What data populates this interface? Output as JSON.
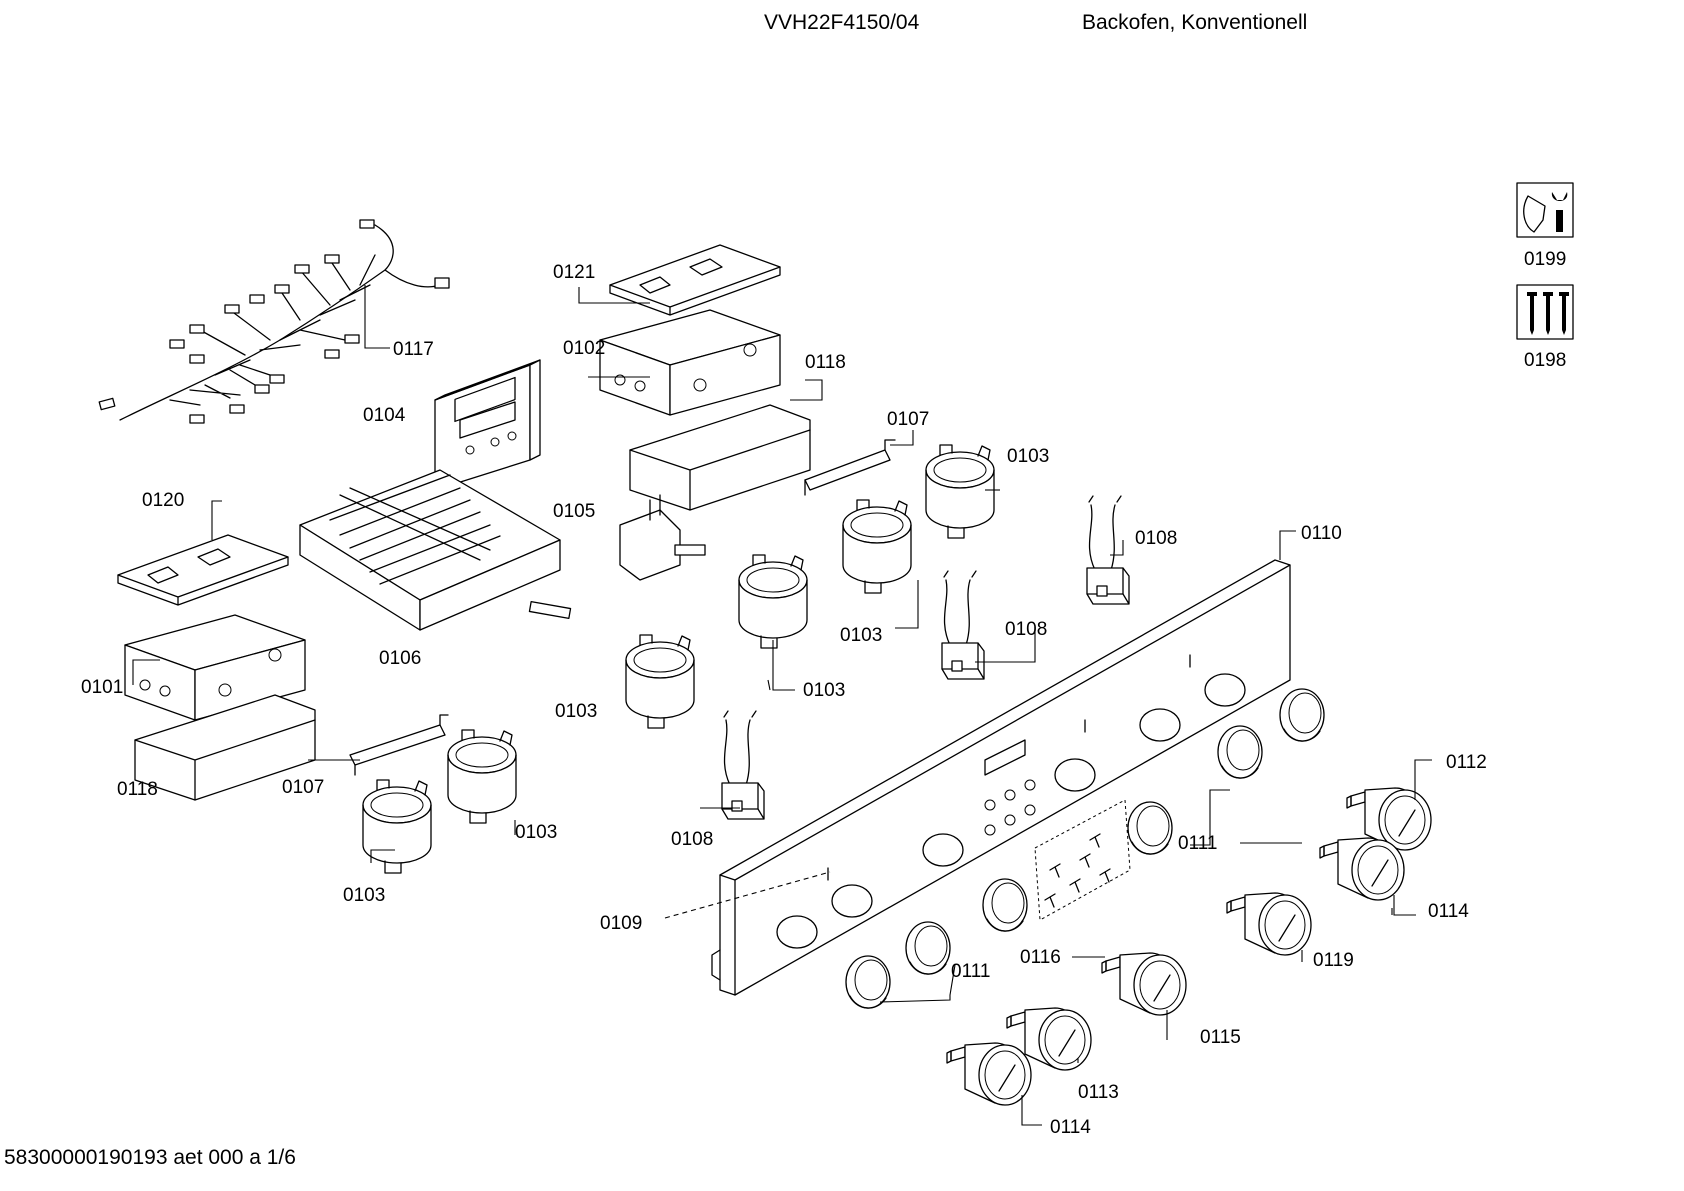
{
  "header": {
    "model": "VVH22F4150/04",
    "description": "Backofen, Konventionell"
  },
  "footer": {
    "code": "58300000190193 aet 000 a 1/6"
  },
  "service_icons": [
    {
      "id": "0199",
      "icon": "wrench-tool-icon"
    },
    {
      "id": "0198",
      "icon": "screws-icon"
    }
  ],
  "callouts": {
    "c0117": "0117",
    "c0104": "0104",
    "c0121": "0121",
    "c0102": "0102",
    "c0118a": "0118",
    "c0107a": "0107",
    "c0103a": "0103",
    "c0120": "0120",
    "c0105": "0105",
    "c0101": "0101",
    "c0106": "0106",
    "c0108a": "0108",
    "c0103b": "0103",
    "c0110": "0110",
    "c0108b": "0108",
    "c0103c": "0103",
    "c0103d": "0103",
    "c0118b": "0118",
    "c0107b": "0107",
    "c0103e": "0103",
    "c0108c": "0108",
    "c0112": "0112",
    "c0111a": "0111",
    "c0103f": "0103",
    "c0114a": "0114",
    "c0109": "0109",
    "c0119": "0119",
    "c0116": "0116",
    "c0111b": "0111",
    "c0115": "0115",
    "c0113": "0113",
    "c0114b": "0114"
  }
}
